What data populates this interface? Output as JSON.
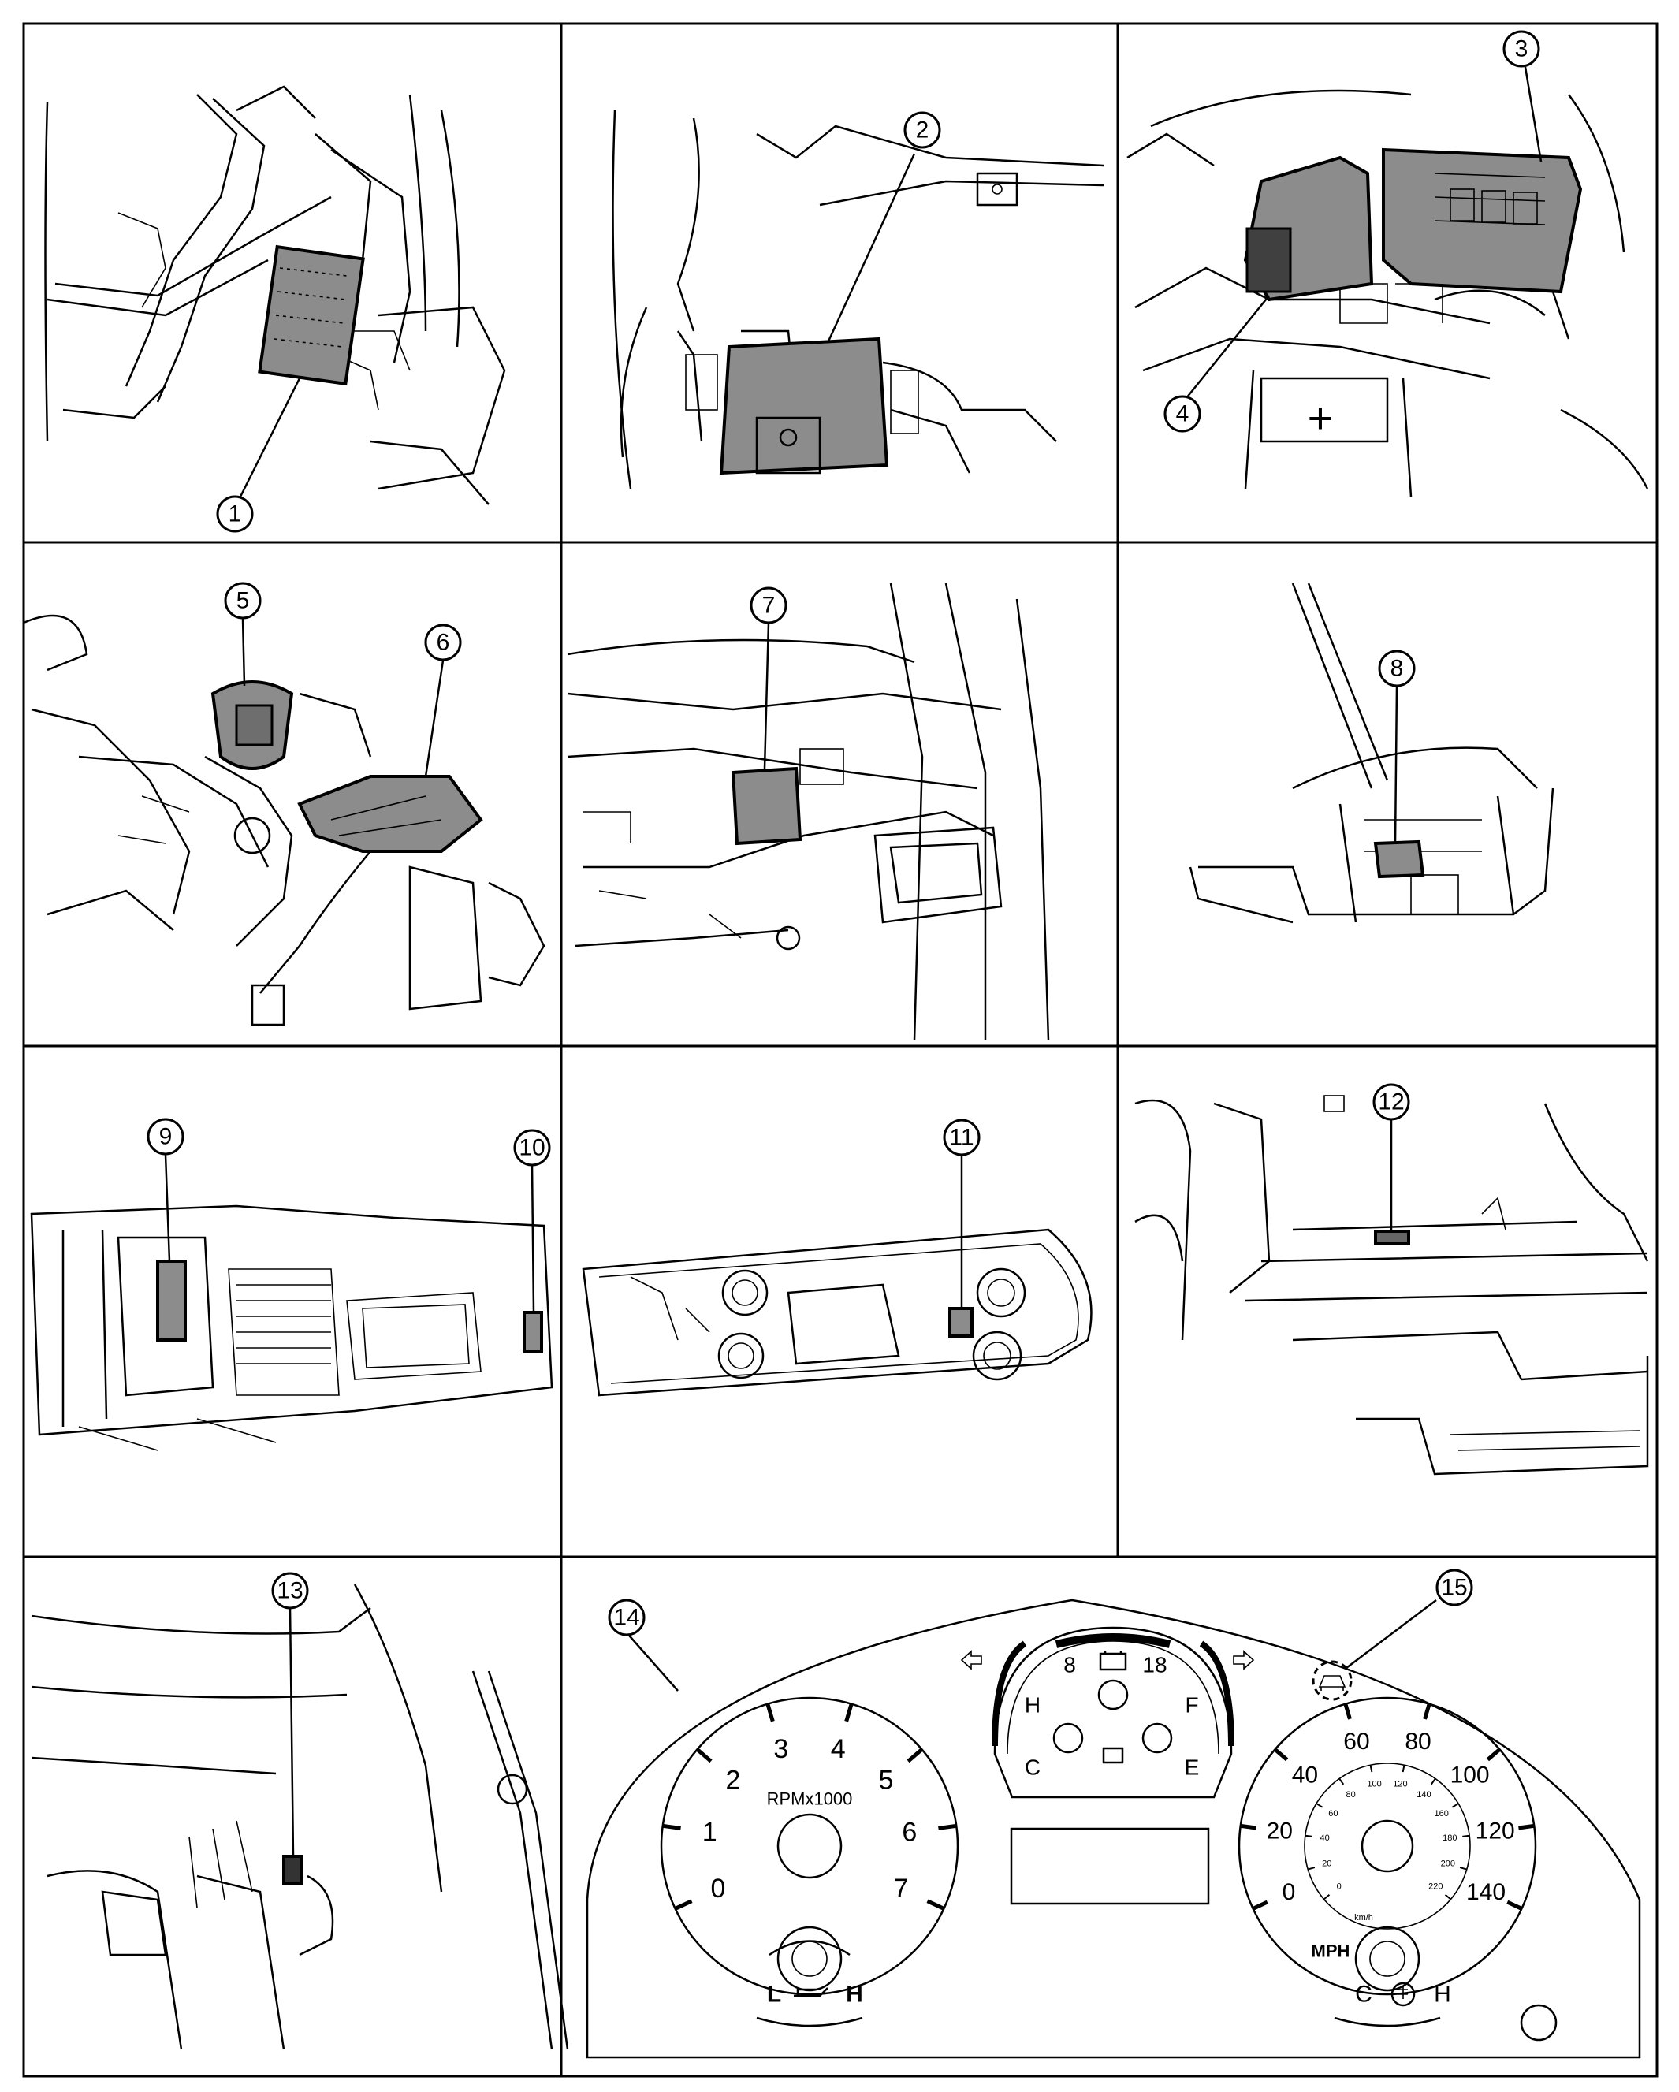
{
  "colors": {
    "line": "#000000",
    "highlight": "#8c8c8c",
    "background": "#ffffff"
  },
  "callouts": [
    "1",
    "2",
    "3",
    "4",
    "5",
    "6",
    "7",
    "8",
    "9",
    "10",
    "11",
    "12",
    "13",
    "14",
    "15"
  ],
  "cluster": {
    "tachometer": {
      "ticks": [
        "0",
        "1",
        "2",
        "3",
        "4",
        "5",
        "6",
        "7"
      ],
      "unit": "RPMx1000",
      "oil_low": "L",
      "oil_high": "H"
    },
    "center_gauge": {
      "volt_low": "8",
      "volt_high": "18",
      "temp_hot": "H",
      "temp_cold": "C",
      "fuel_full": "F",
      "fuel_empty": "E"
    },
    "speedometer": {
      "mph_ticks": [
        "0",
        "20",
        "40",
        "60",
        "80",
        "100",
        "120",
        "140"
      ],
      "unit": "MPH",
      "kmh_ticks": [
        "0",
        "20",
        "40",
        "60",
        "80",
        "100",
        "120",
        "140",
        "160",
        "180",
        "200",
        "220"
      ],
      "kmh_unit": "km/h",
      "trans_cold": "C",
      "trans_hot": "H"
    },
    "icons": [
      "turn-left-arrow-icon",
      "turn-right-arrow-icon",
      "battery-icon",
      "oil-can-icon",
      "transmission-temp-icon",
      "security-car-icon"
    ]
  }
}
